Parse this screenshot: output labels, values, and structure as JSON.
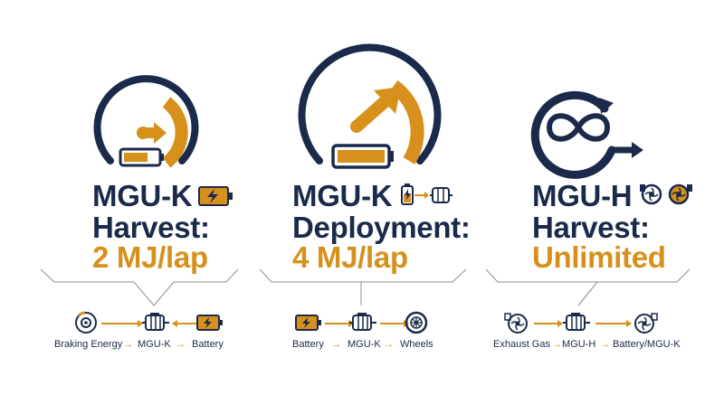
{
  "colors": {
    "navy": "#1b2a4a",
    "orange": "#d6901b",
    "line": "#8a8f99"
  },
  "panels": [
    {
      "line1": "MGU-K",
      "line2": "Harvest:",
      "value": "2 MJ/lap",
      "title_icon": "battery-charging-icon",
      "main_icon": "speedometer-harvest-icon",
      "flow": {
        "items": [
          "Braking Energy",
          "MGU-K",
          "Battery"
        ],
        "icons": [
          "brake-disc-icon",
          "motor-icon",
          "battery-charging-icon"
        ],
        "arrows": [
          "→",
          "→"
        ]
      }
    },
    {
      "line1": "MGU-K",
      "line2": "Deployment:",
      "value": "4 MJ/lap",
      "title_icon": "battery-to-motor-icon",
      "main_icon": "speedometer-deploy-icon",
      "flow": {
        "items": [
          "Battery",
          "MGU-K",
          "Wheels"
        ],
        "icons": [
          "battery-charging-icon",
          "motor-icon",
          "wheel-icon"
        ],
        "arrows": [
          "→",
          "→"
        ]
      }
    },
    {
      "line1": "MGU-H",
      "line2": "Harvest:",
      "value": "Unlimited",
      "title_icon": "turbochargers-icon",
      "main_icon": "infinity-loop-icon",
      "flow": {
        "items": [
          "Exhaust Gas",
          "MGU-H",
          "Battery/MGU-K"
        ],
        "icons": [
          "turbine-icon",
          "motor-icon",
          "turbine-icon"
        ],
        "arrows": [
          "→",
          "→"
        ]
      }
    }
  ]
}
